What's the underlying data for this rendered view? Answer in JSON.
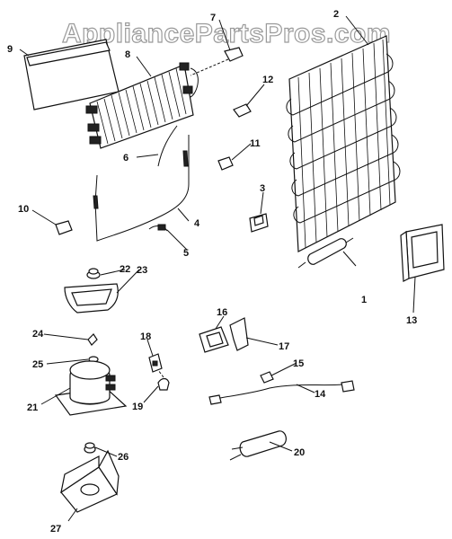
{
  "watermark": "AppliancePartsPros.com",
  "callouts": [
    "1",
    "2",
    "3",
    "4",
    "5",
    "6",
    "7",
    "8",
    "9",
    "10",
    "11",
    "12",
    "13",
    "14",
    "15",
    "16",
    "17",
    "18",
    "19",
    "20",
    "21",
    "22",
    "23",
    "24",
    "25",
    "26",
    "27"
  ]
}
